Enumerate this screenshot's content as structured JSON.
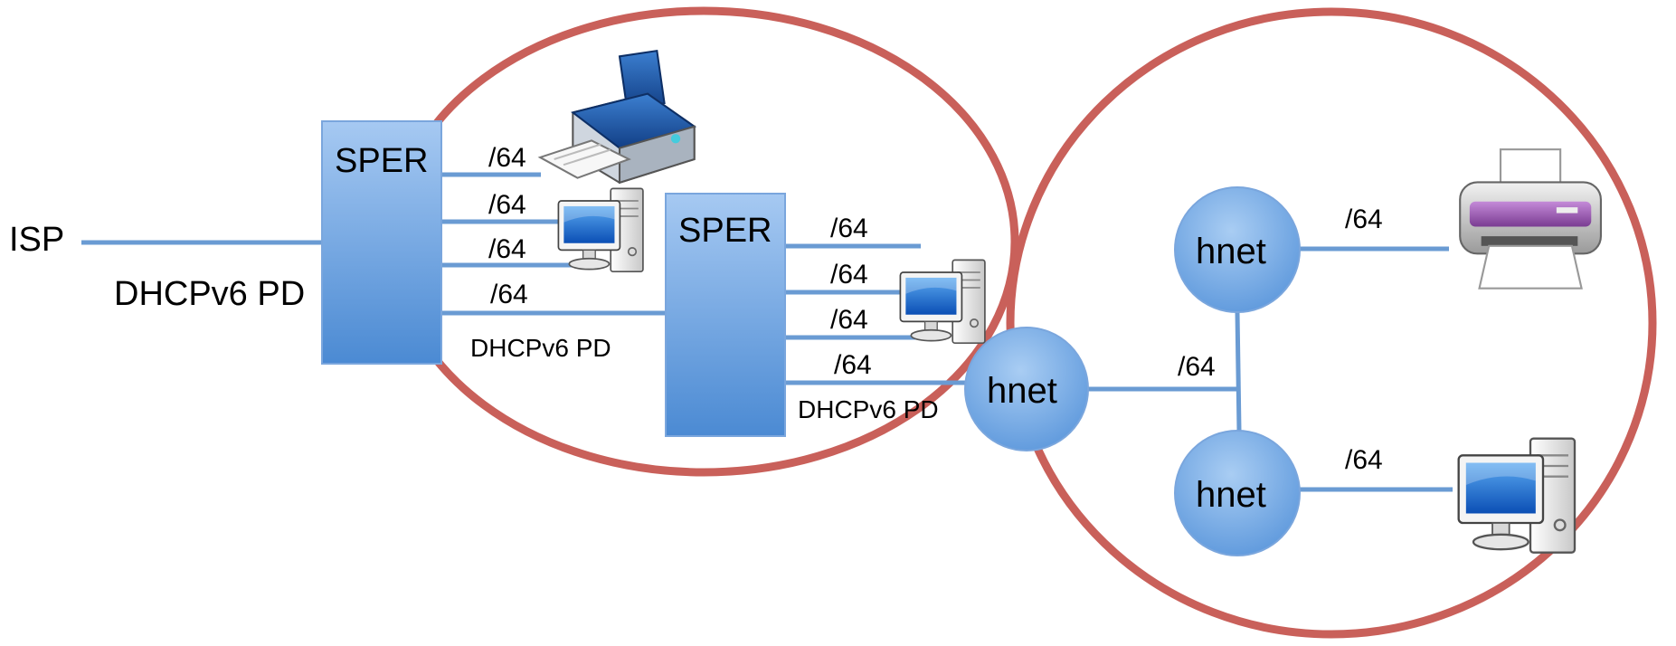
{
  "diagram": {
    "isp_label": "ISP",
    "pd_upstream": "DHCPv6 PD",
    "sper1_label": "SPER",
    "sper2_label": "SPER",
    "prefix": "/64",
    "pd_sper1_to_sper2": "DHCPv6 PD",
    "pd_sper2_to_hnet": "DHCPv6 PD",
    "hnet_label": "hnet",
    "icons": [
      "printer-icon",
      "computer-icon"
    ],
    "colors": {
      "box_top": "#9dc3f0",
      "box_bottom": "#4f8fd6",
      "line": "#6a9bd3",
      "ellipse": "#c9605a"
    }
  }
}
